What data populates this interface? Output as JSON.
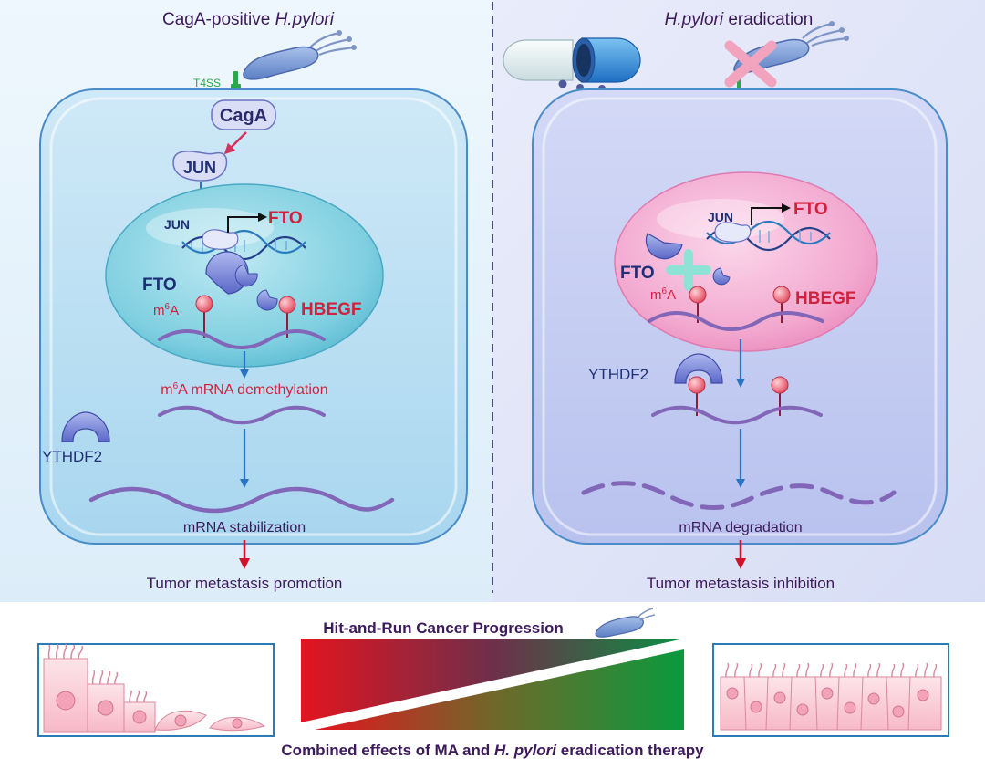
{
  "left_panel": {
    "title_plain": "CagA-positive ",
    "title_italic": "H.pylori",
    "t4ss": "T4SS",
    "caga": "CagA",
    "jun_outer": "JUN",
    "jun_inner": "JUN",
    "fto_gene": "FTO",
    "fto_protein": "FTO",
    "m6a_m": "m",
    "m6a_sup": "6",
    "m6a_a": "A",
    "hbegf": "HBEGF",
    "demeth_m": "m",
    "demeth_sup": "6",
    "demeth_rest": "A mRNA demethylation",
    "ythdf2": "YTHDF2",
    "stabilization": "mRNA stabilization",
    "outcome": "Tumor metastasis promotion"
  },
  "right_panel": {
    "title_italic": "H.pylori",
    "title_plain": " eradication",
    "ma": "MA",
    "jun": "JUN",
    "fto_gene": "FTO",
    "fto_protein": "FTO",
    "m6a_m": "m",
    "m6a_sup": "6",
    "m6a_a": "A",
    "hbegf": "HBEGF",
    "ythdf2": "YTHDF2",
    "degradation": "mRNA degradation",
    "outcome": "Tumor metastasis inhibition"
  },
  "bottom": {
    "progression": "Hit-and-Run Cancer Progression",
    "combined_1": "Combined effects of MA and ",
    "combined_italic": "H. pylori",
    "combined_2": " eradication therapy"
  },
  "colors": {
    "dark_purple": "#3d1a5c",
    "dna_blue": "#27408b",
    "accent_red": "#d0223f",
    "arrow_blue": "#2a73c0",
    "arrow_red": "#d0112b",
    "cell_border": "#4a8cc9",
    "t4ss_green": "#2aa84a"
  }
}
